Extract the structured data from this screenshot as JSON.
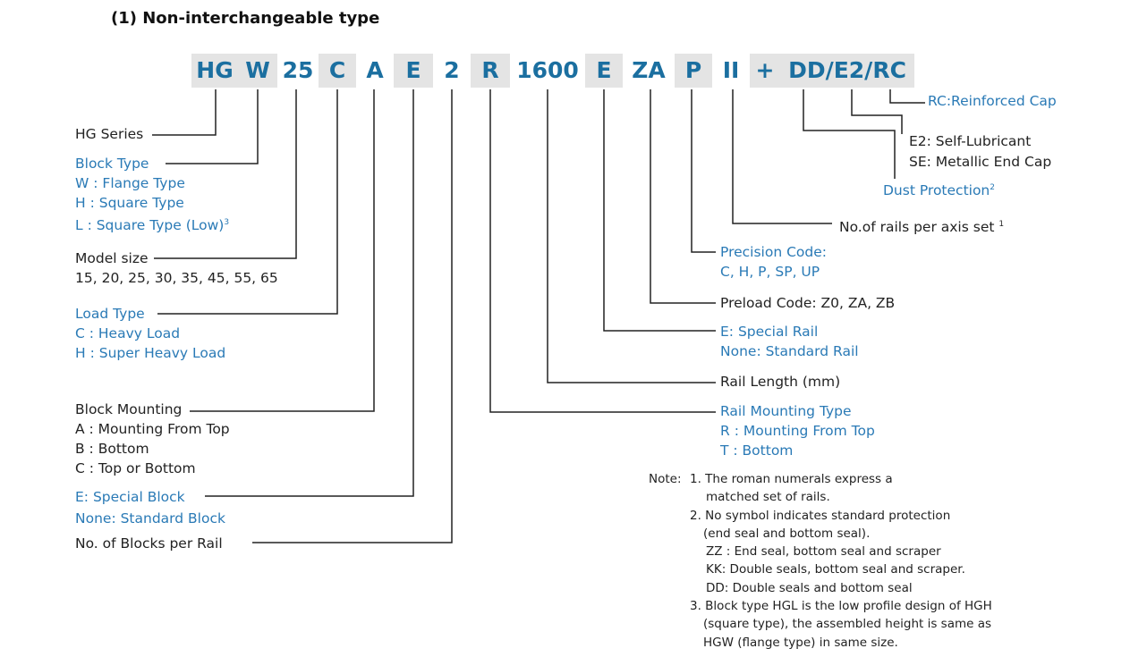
{
  "title": "(1) Non-interchangeable type",
  "code_segments": [
    {
      "text": "HG"
    },
    {
      "text": "W"
    },
    {
      "text": "25"
    },
    {
      "text": "C"
    },
    {
      "text": "A"
    },
    {
      "text": "E"
    },
    {
      "text": "2"
    },
    {
      "text": "R"
    },
    {
      "text": "1600"
    },
    {
      "text": "E"
    },
    {
      "text": "ZA"
    },
    {
      "text": "P"
    },
    {
      "text": "II"
    },
    {
      "text": "+"
    },
    {
      "text": "DD/E2/RC"
    }
  ],
  "left": {
    "series": "HG Series",
    "block_type": {
      "title": "Block  Type",
      "items": [
        "W : Flange  Type",
        "H : Square Type",
        "L : Square Type (Low)"
      ],
      "footnote": "3"
    },
    "model_size": {
      "title": "Model size",
      "values": "15, 20, 25, 30, 35, 45, 55, 65"
    },
    "load_type": {
      "title": "Load Type",
      "items": [
        "C : Heavy Load",
        "H : Super Heavy Load"
      ]
    },
    "block_mounting": {
      "title": "Block Mounting",
      "items": [
        "A : Mounting From Top",
        "B : Bottom",
        "C : Top or Bottom"
      ]
    },
    "special_block": {
      "items": [
        "E: Special Block",
        "None: Standard Block"
      ]
    },
    "blocks_per_rail": "No. of Blocks per Rail"
  },
  "right": {
    "rc": "RC:Reinforced Cap",
    "e2": "E2: Self-Lubricant",
    "se": "SE: Metallic End Cap",
    "dust": "Dust Protection",
    "dust_footnote": "2",
    "rails_per_axis": "No.of rails per axis set",
    "rails_footnote": "1",
    "precision": {
      "title": "Precision Code:",
      "values": "C, H, P, SP, UP"
    },
    "preload": "Preload Code: Z0, ZA, ZB",
    "special_rail": {
      "items": [
        "E: Special Rail",
        "None: Standard Rail"
      ]
    },
    "rail_length": "Rail Length (mm)",
    "rail_mounting": {
      "title": "Rail Mounting Type",
      "items": [
        "R : Mounting From Top",
        "T : Bottom"
      ]
    }
  },
  "notes": {
    "label": "Note:",
    "lines": [
      "1. The roman numerals express a",
      "matched set of rails.",
      "2. No symbol indicates standard protection",
      "(end seal and bottom seal).",
      "ZZ : End seal, bottom seal and scraper",
      "KK: Double seals, bottom seal and scraper.",
      "DD: Double seals and bottom seal",
      "3. Block type HGL is the low profile design of HGH",
      "(square type), the assembled height is same as",
      "HGW (flange type) in same size."
    ]
  },
  "colors": {
    "accent": "#2a7ab6",
    "code": "#1b6fa0",
    "shade": "#e4e4e4",
    "line": "#222222"
  }
}
